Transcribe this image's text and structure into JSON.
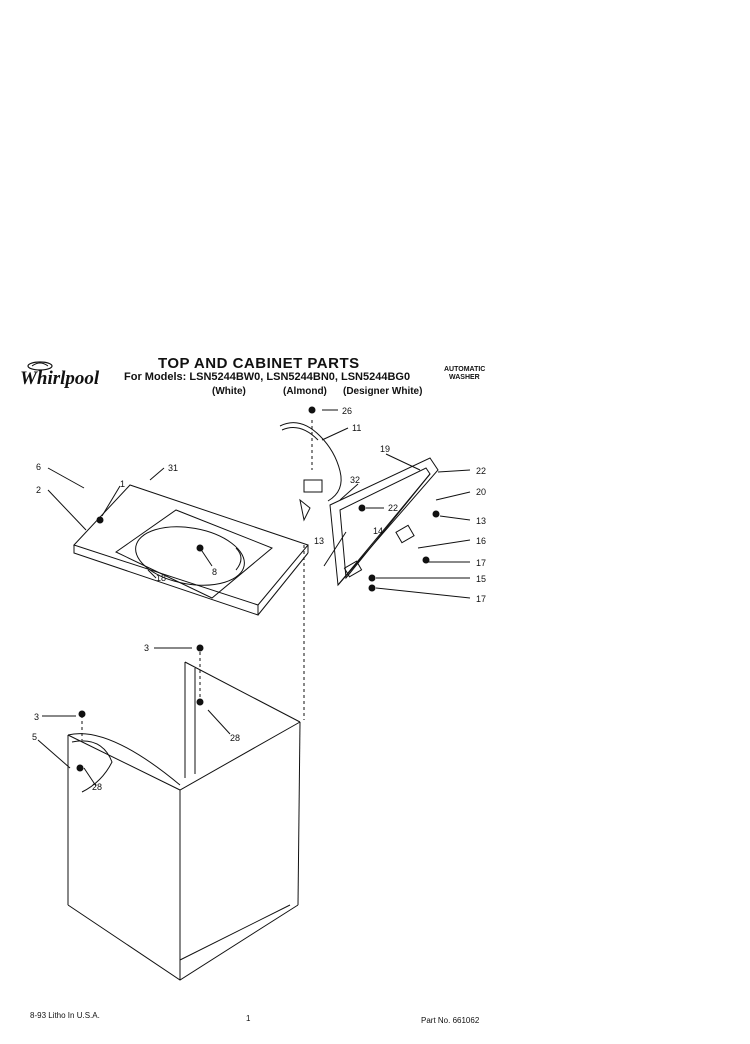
{
  "header": {
    "brand": "Whirlpool",
    "title": "TOP AND CABINET PARTS",
    "models_line": "For Models: LSN5244BW0, LSN5244BN0, LSN5244BG0",
    "color_white": "(White)",
    "color_almond": "(Almond)",
    "color_designer": "(Designer White)",
    "product_line1": "AUTOMATIC",
    "product_line2": "WASHER"
  },
  "footer": {
    "litho": "8-93 Litho In U.S.A.",
    "page_number": "1",
    "part_number": "Part No. 661062"
  },
  "callouts": {
    "c26_top": "26",
    "c11": "11",
    "c19": "19",
    "c22a": "22",
    "c20": "20",
    "c32": "32",
    "c22b": "22",
    "c13a": "13",
    "c14": "14",
    "c16": "16",
    "c17a": "17",
    "c13b": "13",
    "c15": "15",
    "c17b": "17",
    "c6": "6",
    "c31": "31",
    "c1": "1",
    "c2": "2",
    "c8": "8",
    "c18": "18",
    "c3a": "3",
    "c28a": "28",
    "c3b": "3",
    "c5": "5",
    "c28b": "28"
  }
}
